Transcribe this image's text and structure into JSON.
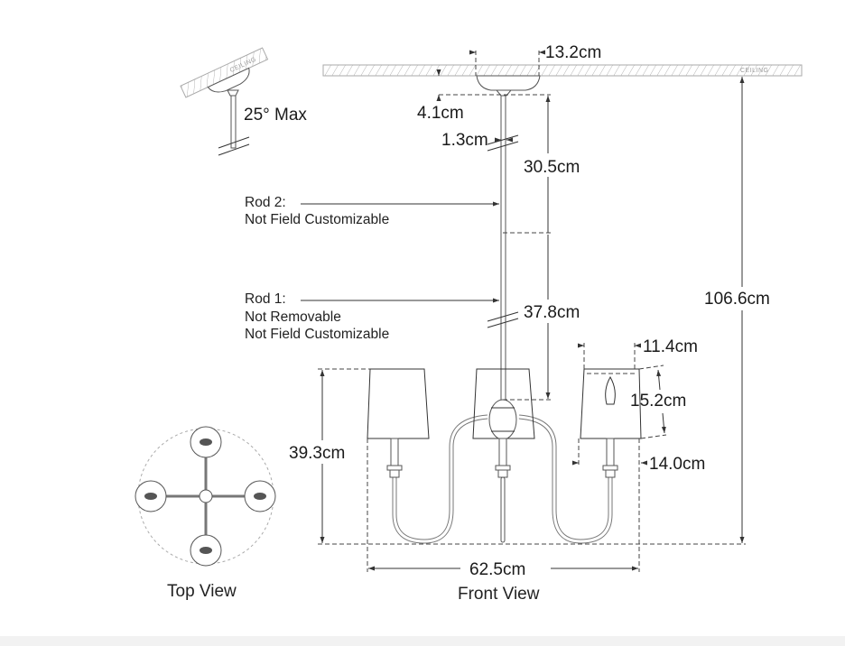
{
  "ceiling_label": "CEILING",
  "slope": {
    "label": "25° Max"
  },
  "dimensions": {
    "canopy_width": "13.2cm",
    "canopy_height": "4.1cm",
    "rod_diameter": "1.3cm",
    "rod2_length": "30.5cm",
    "rod1_length": "37.8cm",
    "overall_height": "106.6cm",
    "fixture_height": "39.3cm",
    "overall_width": "62.5cm",
    "shade_top": "11.4cm",
    "shade_height": "15.2cm",
    "shade_bottom": "14.0cm"
  },
  "rods": {
    "rod2": {
      "title": "Rod 2:",
      "note": "Not Field Customizable"
    },
    "rod1": {
      "title": "Rod 1:",
      "note1": "Not Removable",
      "note2": "Not Field Customizable"
    }
  },
  "views": {
    "top": "Top View",
    "front": "Front View"
  }
}
